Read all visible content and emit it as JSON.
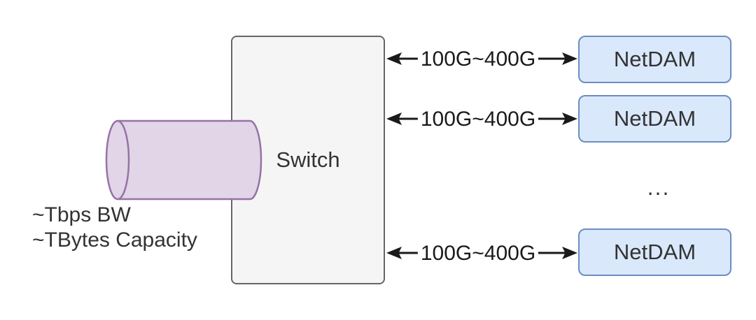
{
  "diagram": {
    "switch": {
      "label": "Switch"
    },
    "memory": {
      "icon": "cylinder-icon",
      "caption_line1": "~Tbps BW",
      "caption_line2": "~TBytes Capacity"
    },
    "links": [
      {
        "label": "100G~400G"
      },
      {
        "label": "100G~400G"
      },
      {
        "label": "100G~400G"
      }
    ],
    "nodes": [
      {
        "label": "NetDAM"
      },
      {
        "label": "NetDAM"
      },
      {
        "label": "NetDAM"
      }
    ],
    "ellipsis": "...",
    "colors": {
      "switch_fill": "#f5f5f5",
      "switch_stroke": "#666666",
      "node_fill": "#dae8fc",
      "node_stroke": "#6c8ebf",
      "cylinder_fill": "#e1d5e7",
      "cylinder_stroke": "#9673a6",
      "arrow_color": "#1a1a1a",
      "text_color": "#333333",
      "label_bg": "#ffffff"
    }
  }
}
